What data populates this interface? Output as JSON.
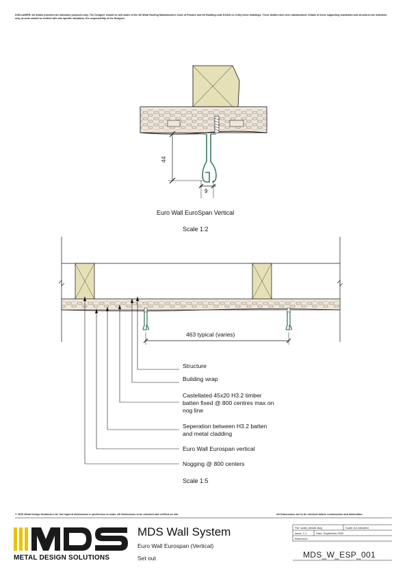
{
  "disclaimer": "DISCLAIMER: All details provided are indicative purposes only. The Designer should be well aware of the NZ Metal Roofing Manufacturers Code of Practice and NZ Building code E2/AS1 to verify these detailings. These details have been standardised. Details of these supporting substrates and structures are indicative only, at code should be verified with site specific situations, the responsibility of the Designer.",
  "detail1": {
    "caption": "Euro Wall EuroSpan Vertical",
    "scale": "Scale 1:2",
    "dim_height": "44",
    "dim_width": "9"
  },
  "detail2": {
    "dim_spacing": "463 typical (varies)",
    "scale": "Scale 1:5",
    "labels": [
      "Structure",
      "Building wrap",
      "Castellated 45x20 H3.2 timber",
      "batten fixed @ 800 centres max on",
      "nog line",
      "Seperation between H3.2 batten",
      "and metal cladding",
      "Euro Wall Eurospan vertical",
      "Nogging @ 800 centers"
    ]
  },
  "footer": {
    "copyright": "© 2020 Metal Design Solutions Ltd. Use figured dimensions in preference to scale. All dimensions to be checked and verified on site.",
    "verify_note": "All Dimensions are to be checked before construction and fabrication."
  },
  "title_block": {
    "logo_text": "MDS",
    "logo_tagline": "METAL DESIGN SOLUTIONS",
    "title": "MDS Wall System",
    "subtitle": "Euro Wall Eurospan (Vertical)",
    "set": "Set out",
    "file_label": "File: walls_details.dwg",
    "scale_label": "Scale: As indicated",
    "issue_label": "Issue: 1.1",
    "date_label": "Date: September 2020",
    "reference_label": "Reference:",
    "drawing_code": "MDS_W_ESP_001"
  },
  "colors": {
    "timber": "#e6e0b6",
    "batten": "#efe6d9",
    "line": "#111111",
    "cladding": "#3a7a5a",
    "logo": "#1a1a1a",
    "logo_accent": "#e8c300"
  }
}
